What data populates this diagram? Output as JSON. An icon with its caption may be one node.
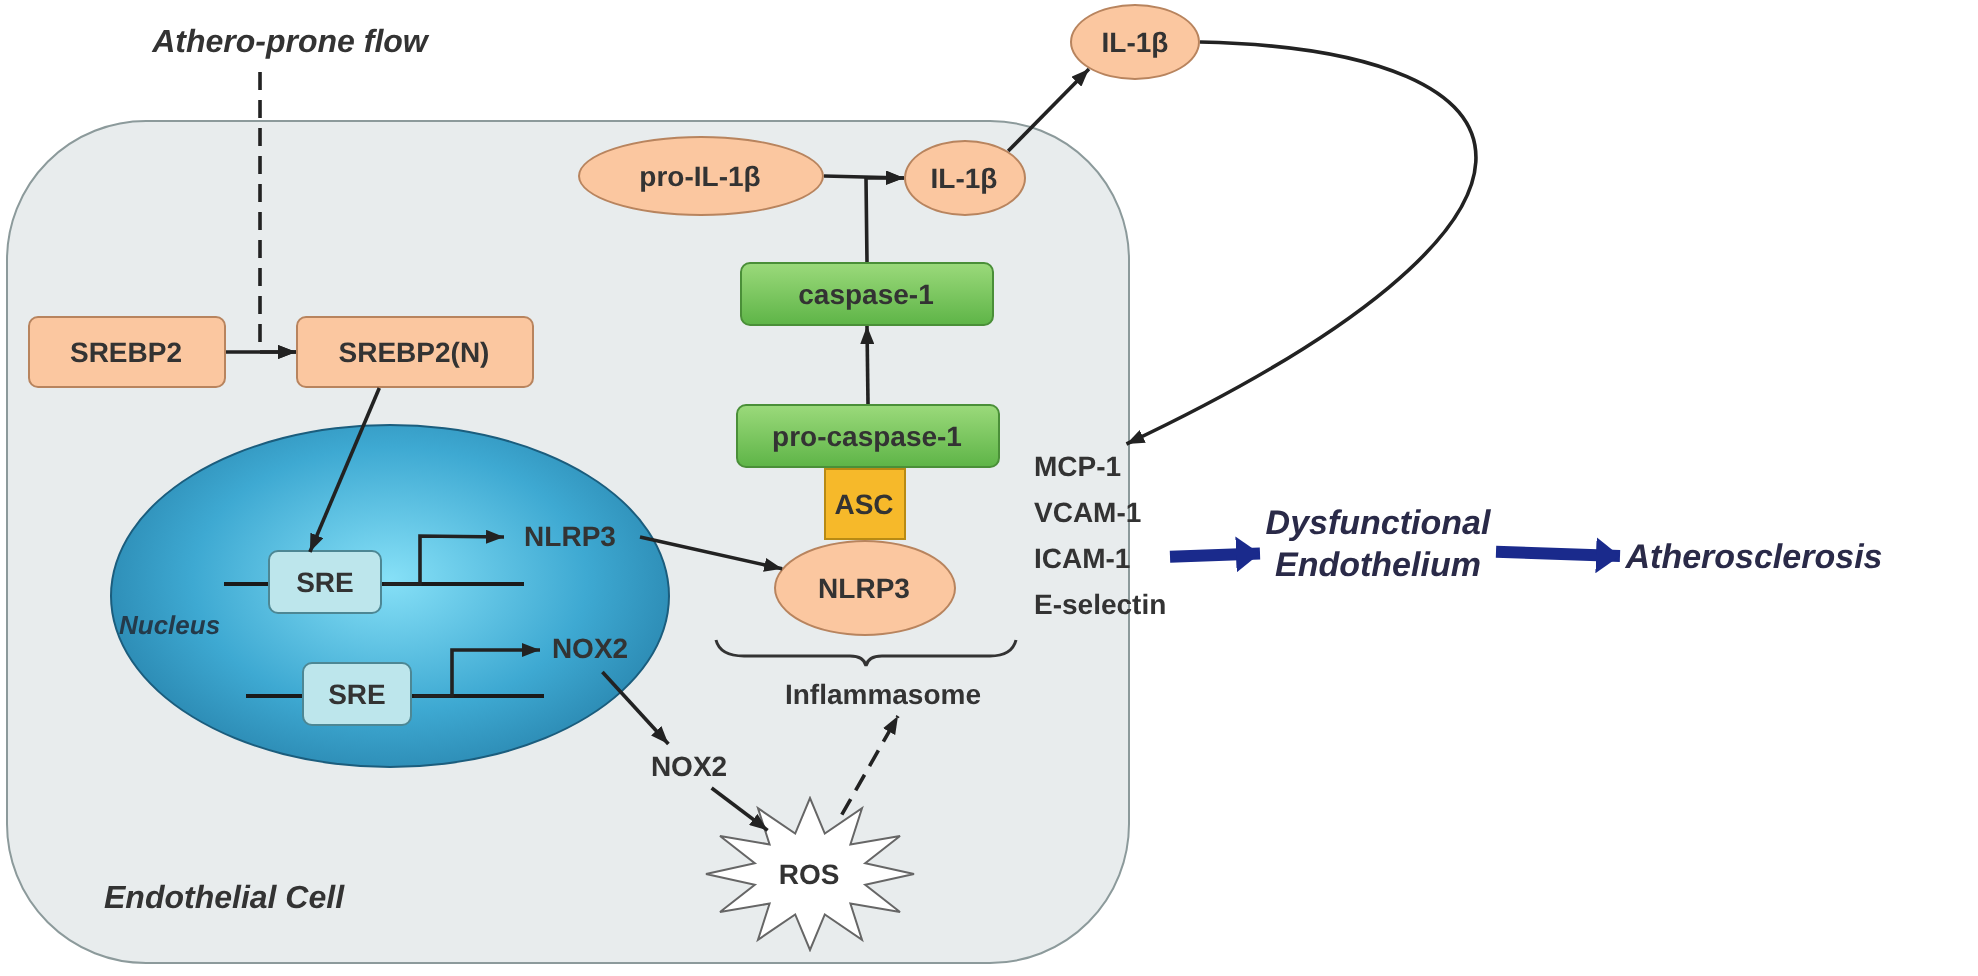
{
  "diagram": {
    "nodes": [
      {
        "text": [
          "Athero-prone flow"
        ]
      },
      {
        "text": [
          "Endothelial Cell"
        ]
      },
      {
        "text": [
          "SREBP2"
        ],
        "in": 1
      },
      {
        "text": [
          "SREBP2(N)"
        ],
        "in": 1
      },
      {
        "text": [
          "Nucleus"
        ],
        "in": 1
      },
      {
        "text": [
          "SRE"
        ],
        "in": 4
      },
      {
        "text": [
          "NLRP3"
        ],
        "in": 4
      },
      {
        "text": [
          "SRE"
        ],
        "in": 4
      },
      {
        "text": [
          "NOX2"
        ],
        "in": 4
      },
      {
        "text": [
          "pro-IL-1β"
        ],
        "in": 1
      },
      {
        "text": [
          "IL-1β"
        ],
        "in": 1
      },
      {
        "text": [
          "caspase-1"
        ],
        "in": 1
      },
      {
        "text": [
          "pro-caspase-1"
        ],
        "in": 1
      },
      {
        "text": [
          "ASC"
        ],
        "in": 1
      },
      {
        "text": [
          "NLRP3"
        ],
        "in": 1
      },
      {
        "text": [
          "Inflammasome"
        ],
        "in": 1
      },
      {
        "text": [
          "NOX2"
        ],
        "in": 1
      },
      {
        "text": [
          "ROS"
        ],
        "in": 1
      },
      {
        "text": [
          "IL-1β"
        ]
      },
      {
        "text": [
          "MCP-1",
          "VCAM-1",
          "ICAM-1",
          "E-selectin"
        ]
      },
      {
        "text": [
          "Dysfunctional Endothelium"
        ]
      },
      {
        "text": [
          "Atherosclerosis"
        ]
      }
    ],
    "edges": [
      {
        "from": 0,
        "to": 3,
        "arrow": "to",
        "style": "dashed"
      },
      {
        "from": 2,
        "to": 3,
        "arrow": "to"
      },
      {
        "from": 3,
        "to": 5,
        "arrow": "to"
      },
      {
        "from": 5,
        "to": 6,
        "arrow": "to"
      },
      {
        "from": 6,
        "to": 14,
        "arrow": "to"
      },
      {
        "from": 7,
        "to": 8,
        "arrow": "to"
      },
      {
        "from": 8,
        "to": 16,
        "arrow": "to"
      },
      {
        "from": 16,
        "to": 17,
        "arrow": "to"
      },
      {
        "from": 17,
        "to": 15,
        "arrow": "to",
        "style": "dashed"
      },
      {
        "from": 9,
        "to": 10,
        "arrow": "to"
      },
      {
        "from": 11,
        "to": 10,
        "arrow": "to"
      },
      {
        "from": 12,
        "to": 11,
        "arrow": "to"
      },
      {
        "from": 10,
        "to": 18,
        "arrow": "to"
      },
      {
        "from": 18,
        "to": 19,
        "arrow": "to"
      },
      {
        "from": 19,
        "to": 20,
        "arrow": "to",
        "style": "thick",
        "color": "#1a2a8c"
      },
      {
        "from": 20,
        "to": 21,
        "arrow": "to",
        "style": "thick",
        "color": "#1a2a8c"
      }
    ]
  }
}
